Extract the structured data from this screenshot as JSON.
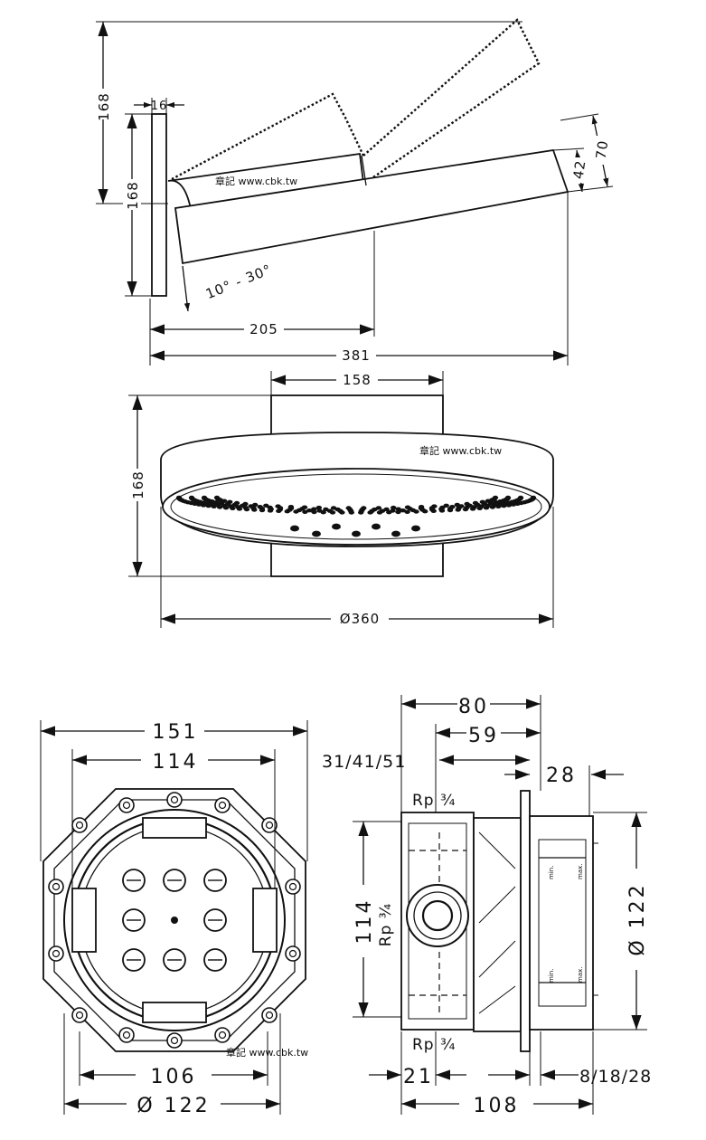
{
  "watermark": "章記 www.cbk.tw",
  "side_view": {
    "dim_height_top": "168",
    "dim_height_plate": "168",
    "dim_plate_thickness": "16",
    "dim_head_thickness": "42",
    "dim_head_height": "70",
    "dim_angle": "10° - 30°",
    "dim_arm_to_pivot": "205",
    "dim_overall_length": "381"
  },
  "front_view": {
    "dim_block_width": "158",
    "dim_height": "168",
    "dim_diameter": "Ø360"
  },
  "box_front_view": {
    "dim_outer_width": "151",
    "dim_inner_width": "114",
    "dim_ring_width": "106",
    "dim_ring_diameter": "Ø 122"
  },
  "box_side_view": {
    "dim_depth_80": "80",
    "dim_depth_59": "59",
    "dim_variants": "31/41/51",
    "dim_28": "28",
    "thread_top": "Rp ¾",
    "thread_side": "Rp ¾",
    "thread_bottom": "Rp ¾",
    "dim_height_114": "114",
    "dim_diameter_122": "Ø 122",
    "dim_21": "21",
    "dim_108": "108",
    "dim_variants_bottom": "8/18/28",
    "label_min_top": "min.",
    "label_max_top": "max.",
    "label_min_bottom": "min.",
    "label_max_bottom": "max."
  }
}
